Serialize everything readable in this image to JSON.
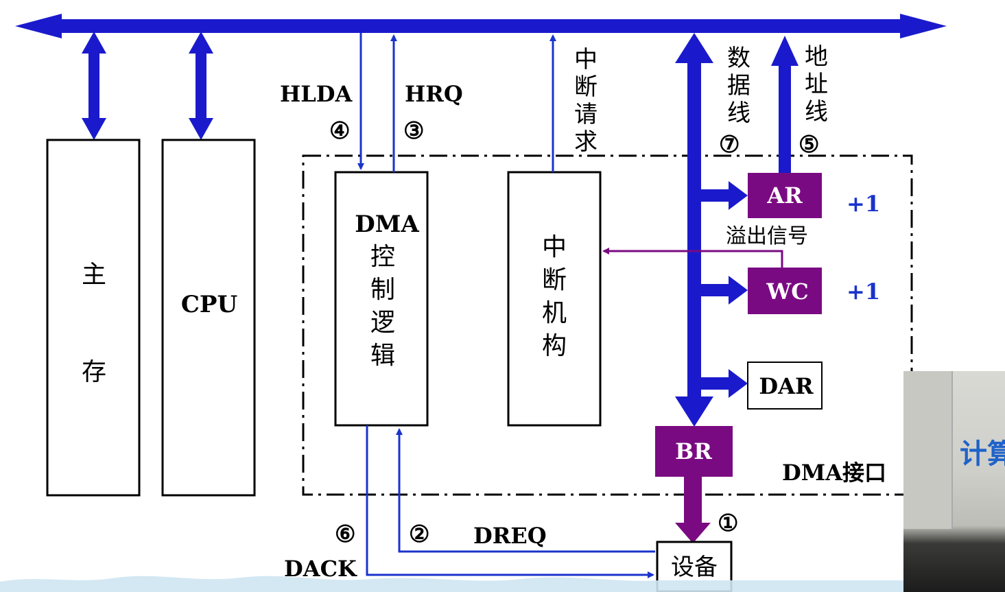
{
  "nodes": {
    "main_memory": [
      "主",
      "存"
    ],
    "cpu": "CPU",
    "dma_logic": [
      "DMA",
      "控",
      "制",
      "逻",
      "辑"
    ],
    "interrupt_mech": [
      "中",
      "断",
      "机",
      "构"
    ],
    "ar": "AR",
    "wc": "WC",
    "dar": "DAR",
    "br": "BR",
    "device": "设备",
    "dma_interface": "DMA接口"
  },
  "signals": {
    "hlda": "HLDA",
    "hrq": "HRQ",
    "dreq": "DREQ",
    "dack": "DACK",
    "interrupt_request": [
      "中",
      "断",
      "请",
      "求"
    ],
    "data_line": [
      "数",
      "据",
      "线"
    ],
    "address_line": [
      "地",
      "址",
      "线"
    ],
    "overflow": "溢出信号",
    "ar_increment": "+1",
    "wc_increment": "+1"
  },
  "steps": {
    "s1": "①",
    "s2": "②",
    "s3": "③",
    "s4": "④",
    "s5": "⑤",
    "s6": "⑥",
    "s7": "⑦"
  },
  "webcam_text": "计算",
  "colors": {
    "bus": "#1a1acc",
    "signal": "#1a33cc",
    "register": "#7a0a82"
  }
}
